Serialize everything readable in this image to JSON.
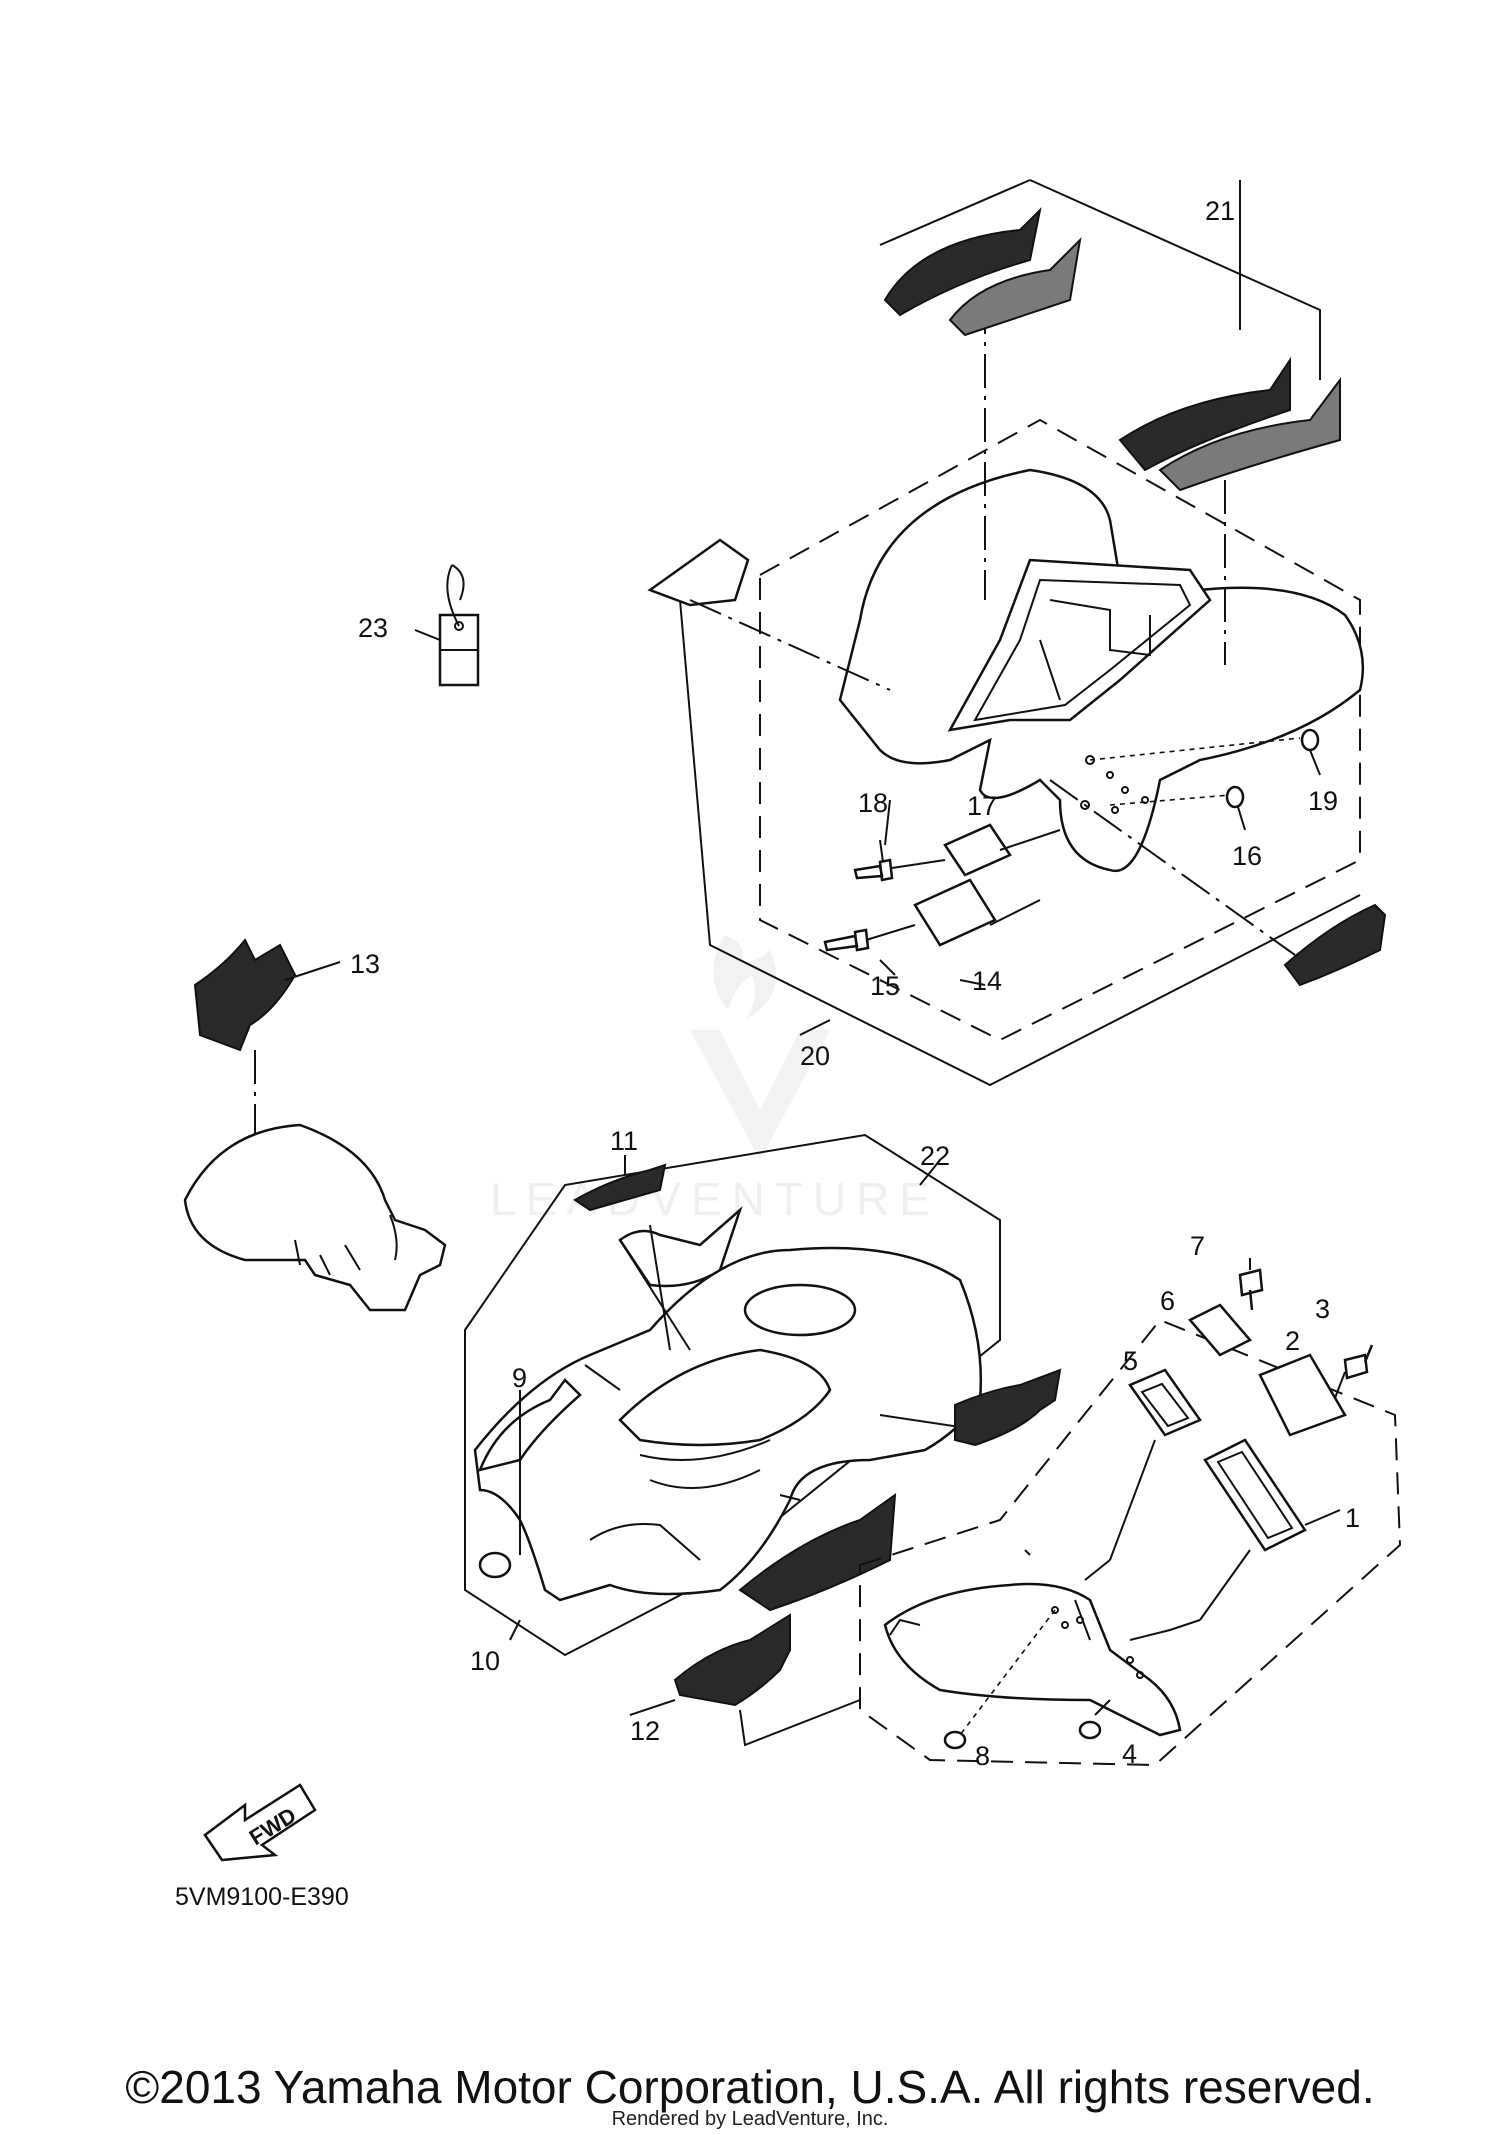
{
  "diagram": {
    "callouts": [
      "1",
      "2",
      "3",
      "4",
      "5",
      "6",
      "7",
      "8",
      "9",
      "10",
      "11",
      "12",
      "13",
      "14",
      "15",
      "16",
      "17",
      "18",
      "19",
      "20",
      "21",
      "22",
      "23"
    ],
    "diagram_code": "5VM9100-E390",
    "direction_arrow": "FWD",
    "watermark": "LEADVENTURE",
    "copyright": "©2013 Yamaha Motor Corporation, U.S.A. All rights reserved.",
    "rendered_by": "Rendered by LeadVenture, Inc."
  }
}
